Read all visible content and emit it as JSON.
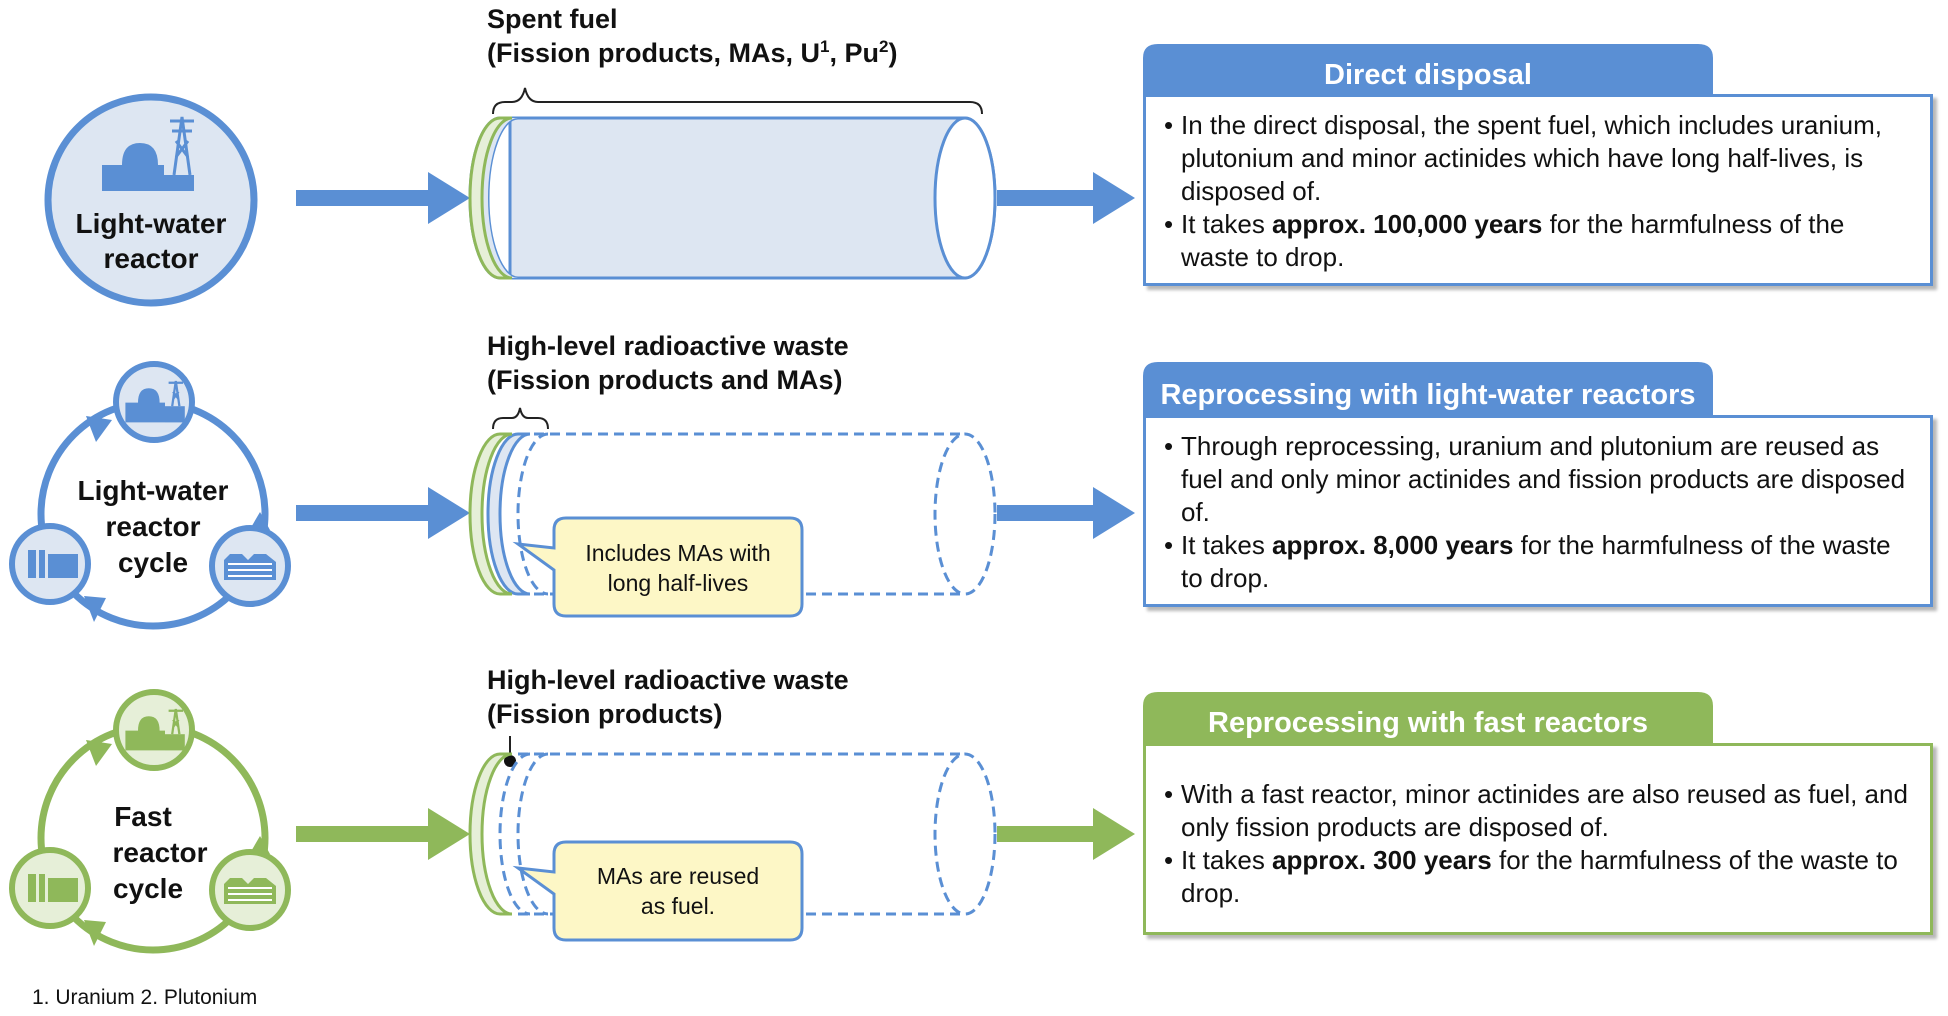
{
  "colors": {
    "blue": "#5a8fd4",
    "green": "#8fb85a",
    "tube_fill": "#dde6f2",
    "end_fill": "#e6efd8",
    "callout_fill": "#fdf7c6"
  },
  "rows": [
    {
      "icon_label": [
        "Light-water",
        "reactor"
      ],
      "icon_type": "reactor-plant-icon",
      "caption": [
        "Spent fuel",
        "(Fission products, MAs, U",
        "1",
        ", Pu",
        "2",
        ")"
      ],
      "callout": null,
      "tab": "Direct disposal",
      "bullets": [
        {
          "pre": "In the direct disposal, the spent fuel, which includes uranium, plutonium and minor actinides which have long half-lives, is disposed of.",
          "bold": "",
          "post": ""
        },
        {
          "pre": "It takes ",
          "bold": "approx. 100,000 years",
          "post": " for the harmfulness of the waste to drop."
        }
      ]
    },
    {
      "icon_label": [
        "Light-water",
        "reactor",
        "cycle"
      ],
      "icon_type": "cycle-icon",
      "caption": [
        "High-level radioactive waste",
        " (Fission products and MAs)"
      ],
      "callout": [
        "Includes MAs with",
        "long half-lives"
      ],
      "tab": "Reprocessing with light-water reactors",
      "bullets": [
        {
          "pre": "Through reprocessing, uranium and plutonium are reused as fuel and only minor actinides and fission products are disposed of.",
          "bold": "",
          "post": ""
        },
        {
          "pre": "It takes ",
          "bold": "approx. 8,000 years",
          "post": " for the harmfulness of the waste to drop."
        }
      ]
    },
    {
      "icon_label": [
        "Fast",
        "reactor",
        "cycle"
      ],
      "icon_type": "cycle-icon",
      "caption": [
        "High-level radioactive waste",
        "(Fission products)"
      ],
      "callout": [
        "MAs are reused",
        "as fuel."
      ],
      "tab": "Reprocessing with fast reactors",
      "bullets": [
        {
          "pre": "With a fast reactor, minor actinides are also reused as fuel, and only fission products are disposed of.",
          "bold": "",
          "post": ""
        },
        {
          "pre": "It takes ",
          "bold": "approx. 300 years",
          "post": " for the harmfulness of the waste to drop."
        }
      ]
    }
  ],
  "footnote": "1. Uranium  2. Plutonium"
}
